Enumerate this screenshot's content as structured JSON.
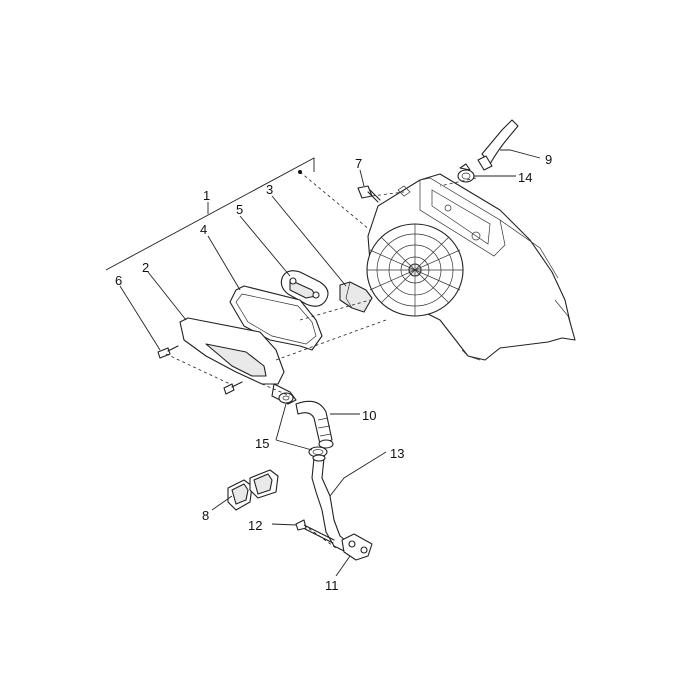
{
  "callouts": {
    "c1": "1",
    "c2": "2",
    "c3": "3",
    "c4": "4",
    "c5": "5",
    "c6": "6",
    "c7": "7",
    "c8": "8",
    "c9": "9",
    "c10": "10",
    "c11": "11",
    "c12": "12",
    "c13": "13",
    "c14": "14",
    "c15": "15"
  },
  "colors": {
    "line": "#222222",
    "part_shade": "#e9e9e9",
    "background": "#ffffff"
  }
}
